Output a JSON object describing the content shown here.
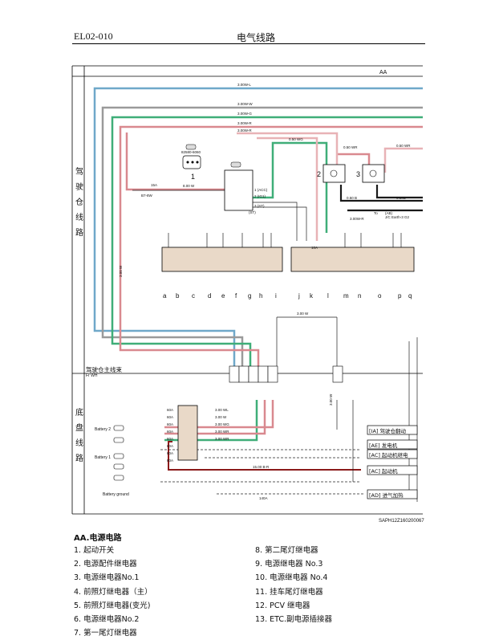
{
  "header": {
    "code": "EL02-010",
    "title": "电气线路"
  },
  "section_labels": {
    "cab": [
      "驾",
      "驶",
      "仓",
      "线",
      "路"
    ],
    "chassis": [
      "底",
      "盘",
      "线",
      "路"
    ]
  },
  "diagram": {
    "aa_tag": "AA",
    "harness_label": "驾驶仓主线束",
    "harness_sub": "Fr WH",
    "wire_labels": [
      "3.00W-L",
      "3.00W-W",
      "3.00W-G",
      "3.00W-R",
      "3.00W-R",
      "0.50 WG",
      "0.50 WR",
      "0.50 WR",
      "0.50 B",
      "0.50B",
      "3.00W-R",
      "3.00 W",
      "3.00 W",
      "15.00 B-R"
    ],
    "connector_tags": [
      "82580-6060",
      "1 (ACC)",
      "2 (IG1)",
      "3 (ST)",
      "(ST)",
      "(AB)",
      "J/C Earth-3 G2",
      "To"
    ],
    "fuse_letters": [
      "a",
      "b",
      "c",
      "d",
      "e",
      "f",
      "g",
      "h",
      "i",
      "j",
      "k",
      "l",
      "m",
      "n",
      "o",
      "p",
      "q"
    ],
    "relay_numbers": [
      "1",
      "2",
      "3"
    ],
    "chassis_refs": [
      "[IA] 驾驶仓翻动",
      "[AE] 发电机",
      "[AC] 起动机继电",
      "[AC] 起动机",
      "[AD] 进气加热"
    ],
    "battery_labels": [
      "Battery 2",
      "Battery 1",
      "Battery ground"
    ],
    "fusible_values": [
      "60A",
      "60A",
      "60A",
      "60A",
      "60A",
      "60A",
      "80A",
      "80A"
    ],
    "fusible_wires": [
      "3.00 WL",
      "3.00 W",
      "3.00 WG",
      "3.00 WR",
      "3.00 WR"
    ],
    "misc": [
      "B7-8W",
      "15A",
      "8.00 W",
      "10A",
      "140A",
      "3.00 W"
    ]
  },
  "doc_code": "SAPH12Z160200067",
  "legend": {
    "title": "AA.电源电路",
    "left": [
      "1.  起动开关",
      "2.  电源配件继电器",
      "3.  电源继电器No.1",
      "4.  前照灯继电器（主）",
      "5.  前照灯继电器(变光)",
      "6.  电源继电器No.2",
      "7.  第一尾灯继电器"
    ],
    "right": [
      "8.  第二尾灯继电器",
      "9.  电源继电器 No.3",
      "10.  电源继电器 No.4",
      "11.  挂车尾灯继电器",
      "12. PCV 继电器",
      "13. ETC.副电源插接器"
    ]
  },
  "colors": {
    "wire_blue": "#6fa8c9",
    "wire_gray": "#9a9a9a",
    "wire_green": "#3fae78",
    "wire_red": "#d9898f",
    "wire_pink": "#e8b2b6",
    "wire_black": "#1a1a1a",
    "wire_darkred": "#8b1a1a",
    "fuse_box": "#e9d9c8"
  }
}
